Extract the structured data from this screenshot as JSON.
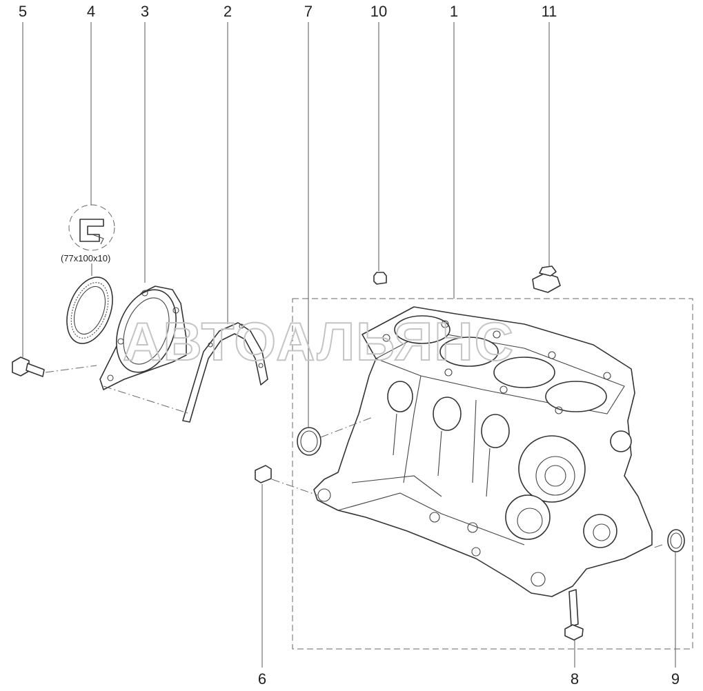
{
  "watermark": "АВТОАЛЬЯНС",
  "detail_size": "(77x100x10)",
  "callouts": {
    "c1": "1",
    "c2": "2",
    "c3": "3",
    "c4": "4",
    "c5": "5",
    "c6": "6",
    "c7": "7",
    "c8": "8",
    "c9": "9",
    "c10": "10",
    "c11": "11"
  },
  "colors": {
    "line": "#333333",
    "watermark": "#c4c4c4",
    "background": "#ffffff"
  }
}
